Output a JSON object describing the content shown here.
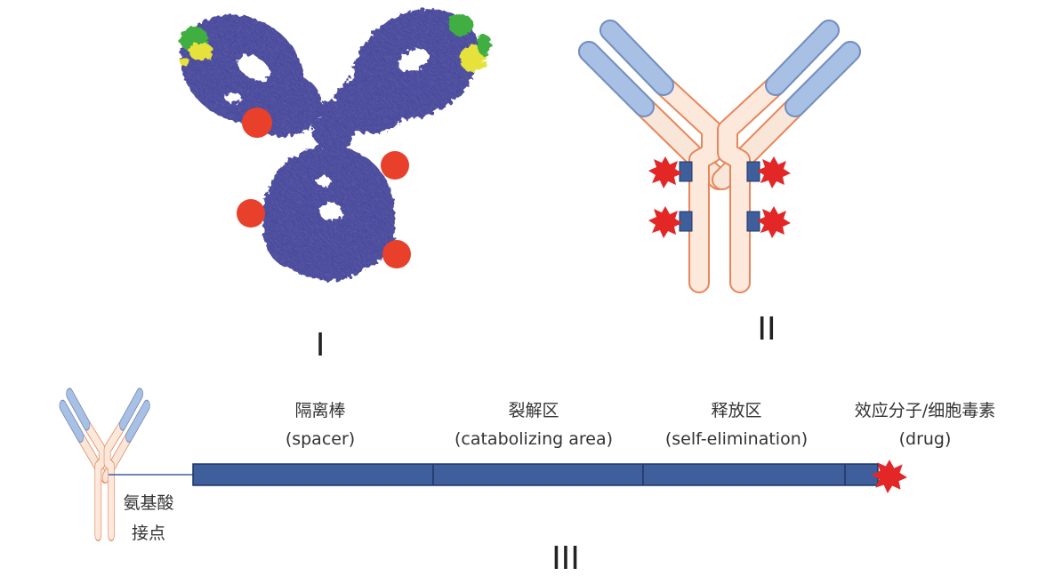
{
  "panels": {
    "panel_1": {
      "numeral": "I"
    },
    "panel_2": {
      "numeral": "II"
    },
    "panel_3": {
      "numeral": "III"
    }
  },
  "linker": {
    "junction_label_line1": "氨基酸",
    "junction_label_line2": "接点",
    "segments": [
      {
        "name_cn": "隔离棒",
        "name_en": "(spacer)"
      },
      {
        "name_cn": "裂解区",
        "name_en": "(catabolizing area)"
      },
      {
        "name_cn": "释放区",
        "name_en": "(self-elimination)"
      },
      {
        "name_cn": "效应分子/细胞毒素",
        "name_en": "(drug)"
      }
    ]
  },
  "colors": {
    "protein_blue": "#4a4aa0",
    "protein_yellow": "#e6e23a",
    "protein_green": "#3fae3f",
    "conjugate_red": "#e8402a",
    "heavy_chain_fill": "#fce9dc",
    "heavy_chain_stroke": "#e8855a",
    "light_chain_fill": "#f8e6d8",
    "variable_region_fill": "#a8c0e4",
    "variable_region_stroke": "#6f8fc4",
    "linker_fill": "#3f5e9c",
    "linker_stroke": "#1f3566",
    "drug_star": "#e32626"
  }
}
